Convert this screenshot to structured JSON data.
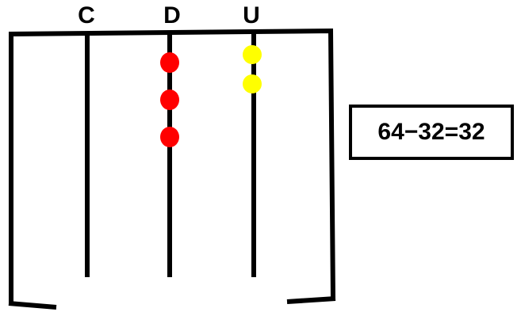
{
  "rods": [
    {
      "label": "C",
      "beads": 0,
      "bead_color": ""
    },
    {
      "label": "D",
      "beads": 3,
      "bead_color": "#ff0000"
    },
    {
      "label": "U",
      "beads": 2,
      "bead_color": "#ffff00"
    }
  ],
  "equation": "64−32=32",
  "colors": {
    "frame": "#000000",
    "tens_bead": "#ff0000",
    "units_bead": "#ffff00"
  }
}
